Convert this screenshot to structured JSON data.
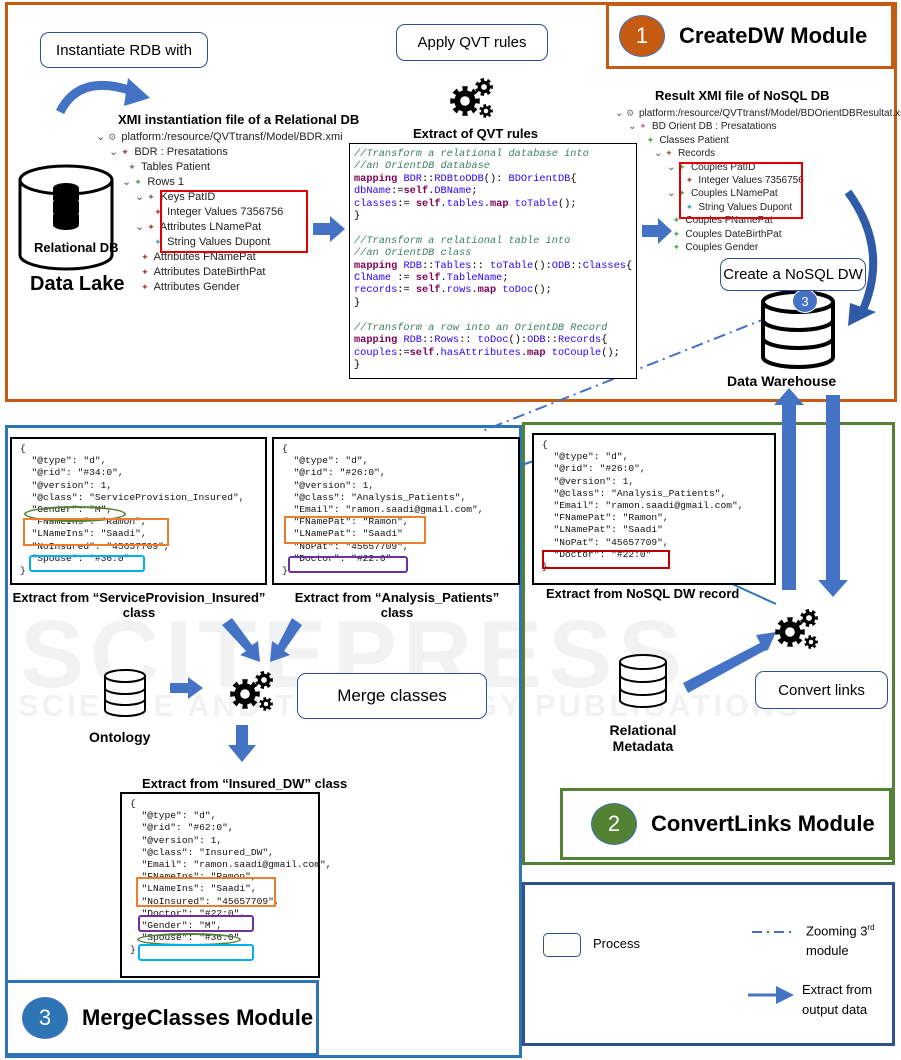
{
  "modules": {
    "create_dw": {
      "number": "1",
      "title": "CreateDW Module",
      "color": "#c55a11"
    },
    "convert_links": {
      "number": "2",
      "title": "ConvertLinks Module",
      "color": "#548235"
    },
    "merge_classes": {
      "number": "3",
      "title": "MergeClasses Module",
      "color": "#2e75b6"
    }
  },
  "processes": {
    "instantiate": "Instantiate RDB with",
    "apply_qvt": "Apply QVT rules",
    "create_nosql": "Create a NoSQL DW",
    "merge": "Merge classes",
    "convert": "Convert links"
  },
  "stores": {
    "relational_db": "Relational DB",
    "data_lake": "Data Lake",
    "data_warehouse": "Data Warehouse",
    "ontology": "Ontology",
    "relational_metadata_1": "Relational",
    "relational_metadata_2": "Metadata",
    "dw_badge": "3"
  },
  "xmi_input": {
    "title": "XMI instantiation file of a Relational DB",
    "items": [
      "platform:/resource/QVTtransf/Model/BDR.xmi",
      "BDR : Presatations",
      "Tables Patient",
      "Rows 1",
      "Keys PatID",
      "Integer Values 7356756",
      "Attributes LNamePat",
      "String Values Dupont",
      "Attributes FNamePat",
      "Attributes DateBirthPat",
      "Attributes Gender"
    ]
  },
  "qvt": {
    "title": "Extract of QVT rules",
    "lines": [
      "//Transform a relational database into",
      "//an OrientDB database",
      "mapping BDR::RDBtoODB(): BDOrientDB{",
      "dbName:=self.DBName;",
      "classes:= self.tables.map toTable();",
      "}",
      "",
      "//Transform a relational table into",
      "//an OrientDB class",
      "mapping RDB::Tables:: toTable():ODB::Classes{",
      "ClName := self.TableName;",
      "records:= self.rows.map toDoc();",
      "}",
      "",
      "//Transform a row into an OrientDB Record",
      "mapping RDB::Rows:: toDoc():ODB::Records{",
      "couples:=self.hasAttributes.map toCouple();",
      "}"
    ]
  },
  "xmi_output": {
    "title": "Result XMI file of NoSQL DB",
    "items": [
      "platform:/resource/QVTtransf/Model/BDOrientDBResultat.xmi",
      "BD Orient DB : Presatations",
      "Classes Patient",
      "Records",
      "Couples PatID",
      "Integer Values 7356756",
      "Couples LNamePat",
      "String Values Dupont",
      "Couples FNamePat",
      "Couples DateBirthPat",
      "Couples Gender"
    ]
  },
  "json_insured": {
    "lines": [
      "{",
      "  \"@type\": \"d\",",
      "  \"@rid\": \"#34:0\",",
      "  \"@version\": 1,",
      "  \"@class\": \"ServiceProvision_Insured\",",
      "  \"Gender\": \"M\",",
      "  \"FNameIns\": \"Ramon\",",
      "  \"LNameIns\": \"Saadi\",",
      "  \"NoInsured\": \"45657709\",",
      "  \"Spouse\": \"#36:0\"",
      "}"
    ],
    "caption_1": "Extract from “ServiceProvision_Insured”",
    "caption_2": "class"
  },
  "json_patients": {
    "lines": [
      "{",
      "  \"@type\": \"d\",",
      "  \"@rid\": \"#26:0\",",
      "  \"@version\": 1,",
      "  \"@class\": \"Analysis_Patients\",",
      "  \"Email\": \"ramon.saadi@gmail.com\",",
      "  \"FNamePat\": \"Ramon\",",
      "  \"LNamePat\": \"Saadi\"",
      "  \"NoPat\": \"45657709\",",
      "  \"Doctor\": \"#22:0\"",
      "}"
    ],
    "caption_1": "Extract from “Analysis_Patients”",
    "caption_2": "class"
  },
  "json_dw": {
    "lines": [
      "{",
      "  \"@type\": \"d\",",
      "  \"@rid\": \"#26:0\",",
      "  \"@version\": 1,",
      "  \"@class\": \"Analysis_Patients\",",
      "  \"Email\": \"ramon.saadi@gmail.com\",",
      "  \"FNamePat\": \"Ramon\",",
      "  \"LNamePat\": \"Saadi\"",
      "  \"NoPat\": \"45657709\",",
      "  \"Doctor\": \"#22:0\"",
      "}"
    ],
    "caption": "Extract from NoSQL DW record"
  },
  "json_merged": {
    "caption": "Extract from “Insured_DW” class",
    "lines": [
      "{",
      "  \"@type\": \"d\",",
      "  \"@rid\": \"#62:0\",",
      "  \"@version\": 1,",
      "  \"@class\": \"Insured_DW\",",
      "  \"Email\": \"ramon.saadi@gmail.com\",",
      "  \"FNameIns\": \"Ramon\",",
      "  \"LNameIns\": \"Saadi\",",
      "  \"NoInsured\": \"45657709\",",
      "  \"Doctor\": \"#22:0\",",
      "  \"Gender\": \"M\",",
      "  \"Spouse\": \"#36:0\"",
      "}"
    ]
  },
  "legend": {
    "process": "Process",
    "zoom_1": "Zooming 3",
    "zoom_sup": "rd",
    "zoom_2": "module",
    "extract_1": "Extract from",
    "extract_2": "output data"
  },
  "watermark_1": "SCITEPRESS",
  "watermark_2": "SCIENCE AND TECHNOLOGY PUBLICATIONS",
  "colors": {
    "arrow": "#4472c4",
    "highlight_red": "#e00000",
    "highlight_orange": "#ed7d31",
    "highlight_green": "#548235",
    "highlight_cyan": "#00b0f0",
    "highlight_purple": "#7030a0"
  }
}
